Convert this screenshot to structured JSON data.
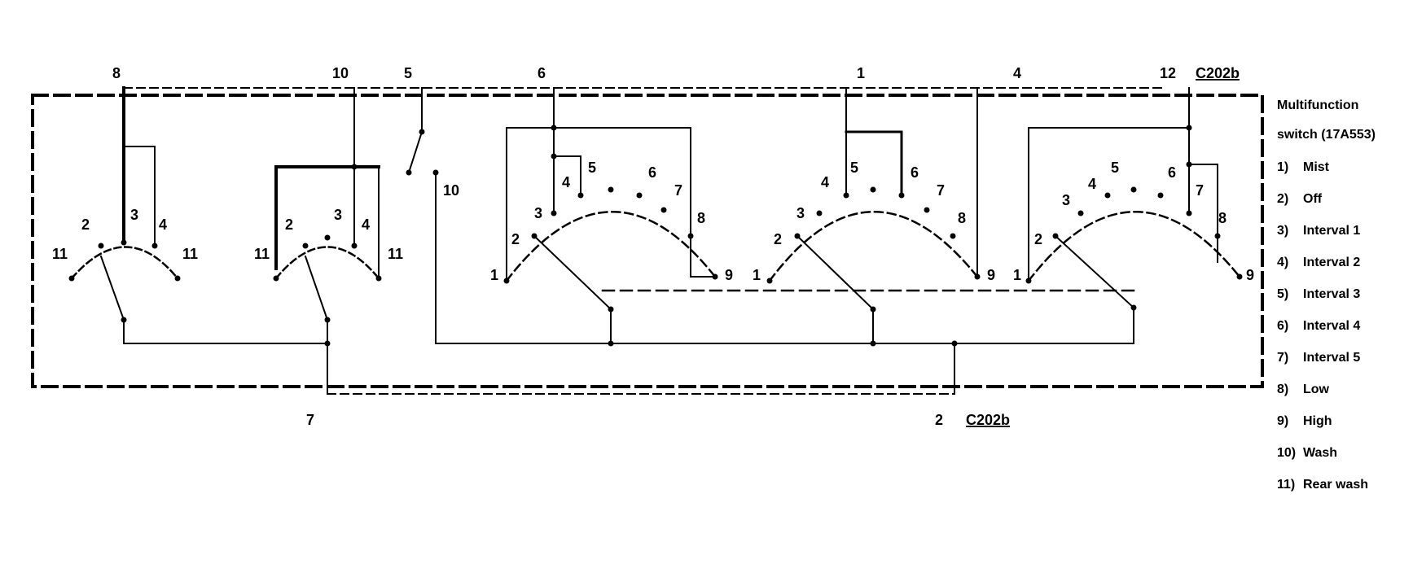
{
  "connector_top": {
    "name": "C202b",
    "pins": [
      {
        "num": "8"
      },
      {
        "num": "10"
      },
      {
        "num": "5"
      },
      {
        "num": "6"
      },
      {
        "num": "1"
      },
      {
        "num": "4"
      },
      {
        "num": "12"
      }
    ]
  },
  "connector_bottom": {
    "name": "C202b",
    "pins": [
      {
        "num": "7"
      },
      {
        "num": "2"
      }
    ]
  },
  "legend": {
    "title_line1": "Multifunction",
    "title_line2": "switch (17A553)",
    "items": [
      {
        "num": "1)",
        "label": "Mist"
      },
      {
        "num": "2)",
        "label": "Off"
      },
      {
        "num": "3)",
        "label": "Interval 1"
      },
      {
        "num": "4)",
        "label": "Interval 2"
      },
      {
        "num": "5)",
        "label": "Interval 3"
      },
      {
        "num": "6)",
        "label": "Interval 4"
      },
      {
        "num": "7)",
        "label": "Interval 5"
      },
      {
        "num": "8)",
        "label": "Low"
      },
      {
        "num": "9)",
        "label": "High"
      },
      {
        "num": "10)",
        "label": "Wash"
      },
      {
        "num": "11)",
        "label": "Rear wash"
      }
    ]
  },
  "switch_a": {
    "left": "11",
    "p2": "2",
    "p3": "3",
    "p4": "4",
    "right": "11"
  },
  "switch_b": {
    "left": "11",
    "p2": "2",
    "p3": "3",
    "p4": "4",
    "right": "11"
  },
  "wash_switch": {
    "label": "10"
  },
  "rotary_1": {
    "p1": "1",
    "p2": "2",
    "p3": "3",
    "p4": "4",
    "p5": "5",
    "p6": "6",
    "p7": "7",
    "p8": "8",
    "p9": "9"
  },
  "rotary_2": {
    "p1": "1",
    "p2": "2",
    "p3": "3",
    "p4": "4",
    "p5": "5",
    "p6": "6",
    "p7": "7",
    "p8": "8",
    "p9": "9"
  },
  "rotary_3": {
    "p1": "1",
    "p2": "2",
    "p3": "3",
    "p4": "4",
    "p5": "5",
    "p6": "6",
    "p7": "7",
    "p8": "8",
    "p9": "9"
  }
}
